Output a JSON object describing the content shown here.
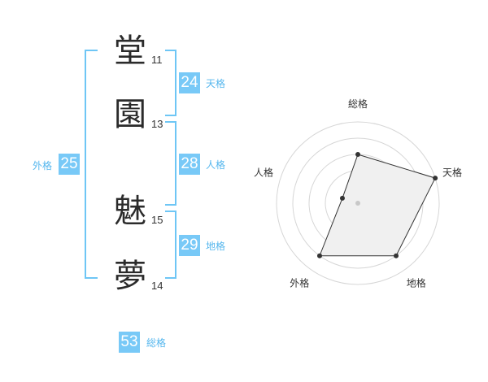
{
  "name_chars": [
    {
      "char": "堂",
      "strokes": "11"
    },
    {
      "char": "園",
      "strokes": "13"
    },
    {
      "char": "魅",
      "strokes": "15"
    },
    {
      "char": "夢",
      "strokes": "14"
    }
  ],
  "fortunes": {
    "tenkaku": {
      "label": "天格",
      "value": "24"
    },
    "jinkaku": {
      "label": "人格",
      "value": "28"
    },
    "chikaku": {
      "label": "地格",
      "value": "29"
    },
    "gaikaku": {
      "label": "外格",
      "value": "25"
    },
    "soukaku": {
      "label": "総格",
      "value": "53"
    }
  },
  "colors": {
    "accent": "#78c9f7",
    "bracket": "#6ec6f5",
    "label": "#56b7ee",
    "radar_fill": "#f0f0f0"
  },
  "chart_data": {
    "type": "radar",
    "axes": [
      "総格",
      "天格",
      "地格",
      "外格",
      "人格"
    ],
    "values": [
      3,
      5,
      4,
      4,
      1
    ],
    "max": 5,
    "grid_rings": 5
  }
}
